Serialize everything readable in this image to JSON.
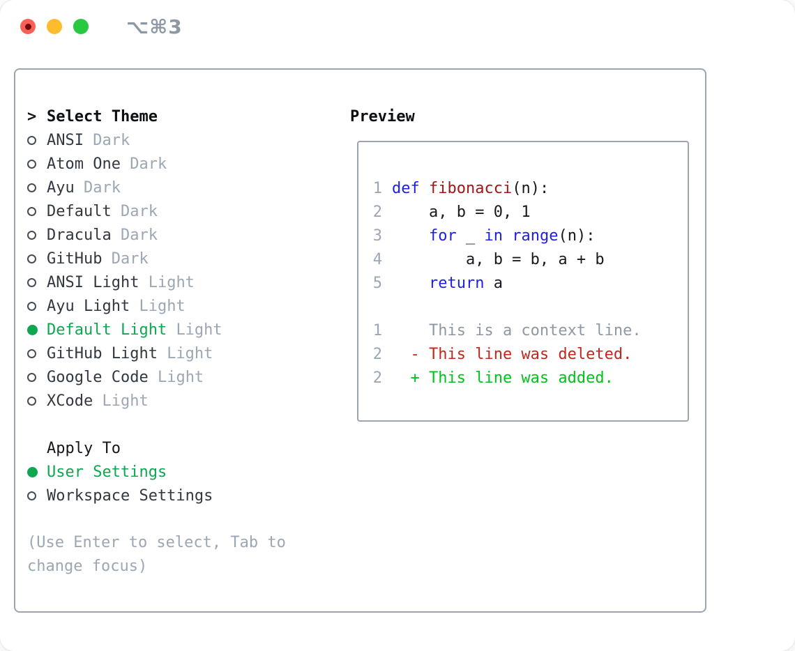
{
  "titlebar": {
    "shortcut": "⌥⌘3",
    "traffic_lights": [
      "close",
      "minimize",
      "zoom"
    ]
  },
  "colors": {
    "close": "#fb5f57",
    "minimize": "#fdbc2e",
    "zoom": "#28c840",
    "accent_green": "#0ca750",
    "border": "#9ba4af",
    "text_dark": "#31383f",
    "muted": "#9ca7b3",
    "keyword": "#1c1fe8",
    "function": "#a31515",
    "code": "#16191d",
    "lineno": "#9ca7b3",
    "context": "#8f98a2",
    "deleted": "#c1271c",
    "added": "#00c21d"
  },
  "sidebar": {
    "prompt": ">",
    "title": "Select Theme",
    "items": [
      {
        "name": "ANSI",
        "tag": "Dark",
        "selected": false
      },
      {
        "name": "Atom One",
        "tag": "Dark",
        "selected": false
      },
      {
        "name": "Ayu",
        "tag": "Dark",
        "selected": false
      },
      {
        "name": "Default",
        "tag": "Dark",
        "selected": false
      },
      {
        "name": "Dracula",
        "tag": "Dark",
        "selected": false
      },
      {
        "name": "GitHub",
        "tag": "Dark",
        "selected": false
      },
      {
        "name": "ANSI Light",
        "tag": "Light",
        "selected": false
      },
      {
        "name": "Ayu Light",
        "tag": "Light",
        "selected": false
      },
      {
        "name": "Default Light",
        "tag": "Light",
        "selected": true
      },
      {
        "name": "GitHub Light",
        "tag": "Light",
        "selected": false
      },
      {
        "name": "Google Code",
        "tag": "Light",
        "selected": false
      },
      {
        "name": "XCode",
        "tag": "Light",
        "selected": false
      }
    ]
  },
  "apply": {
    "title": "Apply To",
    "items": [
      {
        "name": "User Settings",
        "selected": true
      },
      {
        "name": "Workspace Settings",
        "selected": false
      }
    ]
  },
  "help": "(Use Enter to select, Tab to change focus)",
  "preview": {
    "title": "Preview",
    "lines": [
      {
        "no": "1",
        "tokens": [
          {
            "text": "def ",
            "color": "keyword"
          },
          {
            "text": "fibonacci",
            "color": "function"
          },
          {
            "text": "(n):",
            "color": "code"
          }
        ]
      },
      {
        "no": "2",
        "tokens": [
          {
            "text": "    a, b = 0, 1",
            "color": "code"
          }
        ]
      },
      {
        "no": "3",
        "tokens": [
          {
            "text": "    ",
            "color": "code"
          },
          {
            "text": "for",
            "color": "keyword"
          },
          {
            "text": " _ ",
            "color": "code"
          },
          {
            "text": "in",
            "color": "keyword"
          },
          {
            "text": " ",
            "color": "code"
          },
          {
            "text": "range",
            "color": "keyword"
          },
          {
            "text": "(n):",
            "color": "code"
          }
        ]
      },
      {
        "no": "4",
        "tokens": [
          {
            "text": "        a, b = b, a + b",
            "color": "code"
          }
        ]
      },
      {
        "no": "5",
        "tokens": [
          {
            "text": "    ",
            "color": "code"
          },
          {
            "text": "return",
            "color": "keyword"
          },
          {
            "text": " a",
            "color": "code"
          }
        ]
      },
      {
        "no": "",
        "tokens": []
      },
      {
        "no": "1",
        "tokens": [
          {
            "text": "    This is a context line.",
            "color": "context"
          }
        ]
      },
      {
        "no": "2",
        "tokens": [
          {
            "text": "  - This line was deleted.",
            "color": "deleted"
          }
        ]
      },
      {
        "no": "2",
        "tokens": [
          {
            "text": "  + This line was added.",
            "color": "added"
          }
        ]
      }
    ]
  }
}
